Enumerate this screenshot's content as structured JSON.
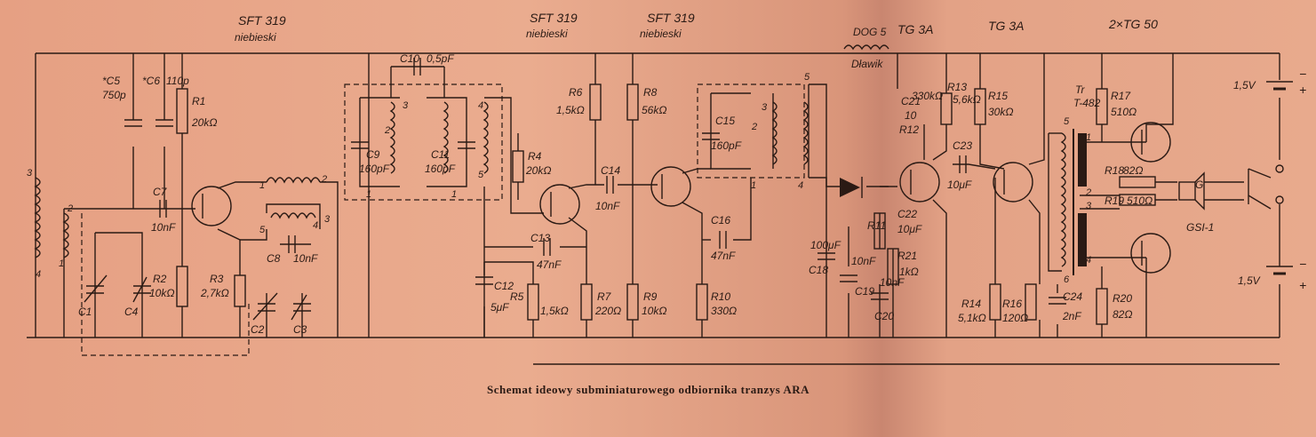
{
  "caption": "Schemat ideowy subminiaturowego odbiornika tranzys ARA",
  "transistors": [
    {
      "label": "SFT 319",
      "sub": "niebieski"
    },
    {
      "label": "SFT 319",
      "sub": "niebieski"
    },
    {
      "label": "SFT 319",
      "sub": "niebieski"
    },
    {
      "label": "TG 3A",
      "sub": ""
    },
    {
      "label": "TG 3A",
      "sub": ""
    },
    {
      "label": "2×TG 50",
      "sub": ""
    }
  ],
  "diode": {
    "label": "DOG 5",
    "choke": "Dławik"
  },
  "transformer": {
    "label": "Tr",
    "model": "T-482"
  },
  "speaker": {
    "label": "G",
    "model": "GSI-1"
  },
  "batteries": [
    "1,5V",
    "1,5V"
  ],
  "components": [
    {
      "ref": "*C5",
      "value": "750p"
    },
    {
      "ref": "*C6",
      "value": "110p"
    },
    {
      "ref": "R1",
      "value": "20kΩ"
    },
    {
      "ref": "C7",
      "value": "10nF"
    },
    {
      "ref": "R2",
      "value": "10kΩ"
    },
    {
      "ref": "R3",
      "value": "2,7kΩ"
    },
    {
      "ref": "C8",
      "value": "10nF"
    },
    {
      "ref": "C1",
      "value": ""
    },
    {
      "ref": "C4",
      "value": ""
    },
    {
      "ref": "C2",
      "value": ""
    },
    {
      "ref": "C3",
      "value": ""
    },
    {
      "ref": "C10",
      "value": "0,5pF"
    },
    {
      "ref": "C9",
      "value": "160pF"
    },
    {
      "ref": "C11",
      "value": "160pF"
    },
    {
      "ref": "R4",
      "value": "20kΩ"
    },
    {
      "ref": "R6",
      "value": "1,5kΩ"
    },
    {
      "ref": "C14",
      "value": "10nF"
    },
    {
      "ref": "C13",
      "value": "47nF"
    },
    {
      "ref": "C12",
      "value": "5μF"
    },
    {
      "ref": "R5",
      "value": "1,5kΩ"
    },
    {
      "ref": "R7",
      "value": "220Ω"
    },
    {
      "ref": "R8",
      "value": "56kΩ"
    },
    {
      "ref": "R9",
      "value": "10kΩ"
    },
    {
      "ref": "C15",
      "value": "160pF"
    },
    {
      "ref": "C16",
      "value": "47nF"
    },
    {
      "ref": "R10",
      "value": "330Ω"
    },
    {
      "ref": "C18",
      "value": "100μF"
    },
    {
      "ref": "R11",
      "value": ""
    },
    {
      "ref": "C19",
      "value": "10nF"
    },
    {
      "ref": "C20",
      "value": "10nF"
    },
    {
      "ref": "C22",
      "value": "10μF"
    },
    {
      "ref": "R21",
      "value": "1kΩ"
    },
    {
      "ref": "C21",
      "value": "10"
    },
    {
      "ref": "R12",
      "value": "330kΩ"
    },
    {
      "ref": "R13",
      "value": "5,6kΩ"
    },
    {
      "ref": "C23",
      "value": "10μF"
    },
    {
      "ref": "R15",
      "value": "30kΩ"
    },
    {
      "ref": "R14",
      "value": "5,1kΩ"
    },
    {
      "ref": "R16",
      "value": "120Ω"
    },
    {
      "ref": "C24",
      "value": "2nF"
    },
    {
      "ref": "R17",
      "value": "510Ω"
    },
    {
      "ref": "R18",
      "value": "82Ω"
    },
    {
      "ref": "R19",
      "value": "510Ω"
    },
    {
      "ref": "R20",
      "value": "82Ω"
    }
  ],
  "pins": [
    "3",
    "2",
    "1",
    "4",
    "1",
    "2",
    "5",
    "4",
    "3",
    "2",
    "3",
    "1",
    "4",
    "1",
    "5",
    "3",
    "2",
    "1",
    "4",
    "5",
    "1",
    "2",
    "3",
    "4",
    "5",
    "6"
  ]
}
